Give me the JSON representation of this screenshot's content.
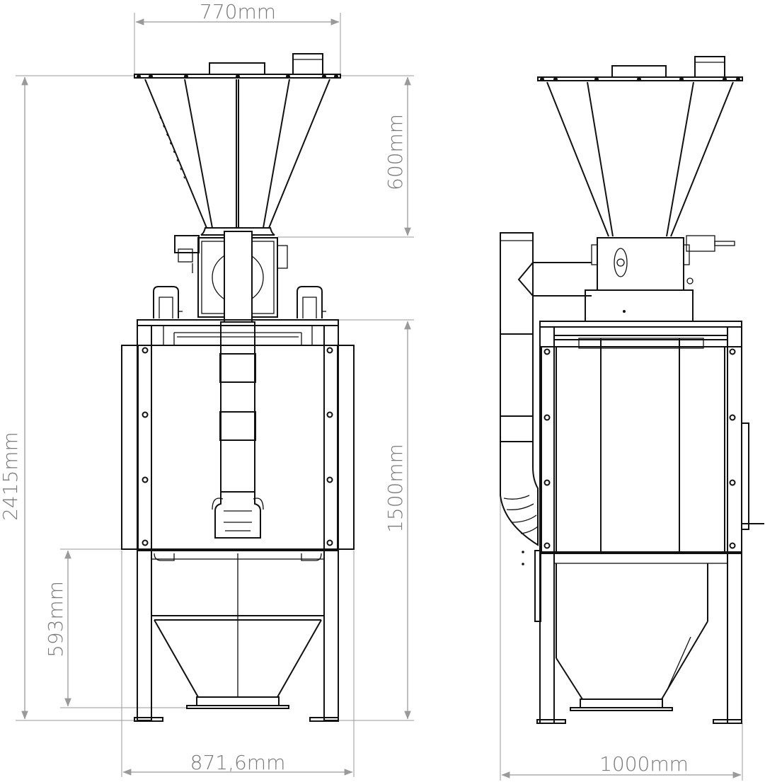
{
  "front_view": {
    "dim_width_top": "770mm",
    "dim_height_total": "2415mm",
    "dim_height_hopper": "600mm",
    "dim_height_body": "1500mm",
    "dim_height_lower": "593mm",
    "dim_width_bottom": "871,6mm"
  },
  "side_view": {
    "dim_width_bottom": "1000mm"
  },
  "colors": {
    "dimension_line": "#9a9a9a",
    "dimension_text": "#7a7a7a",
    "machine_line": "#111111"
  }
}
